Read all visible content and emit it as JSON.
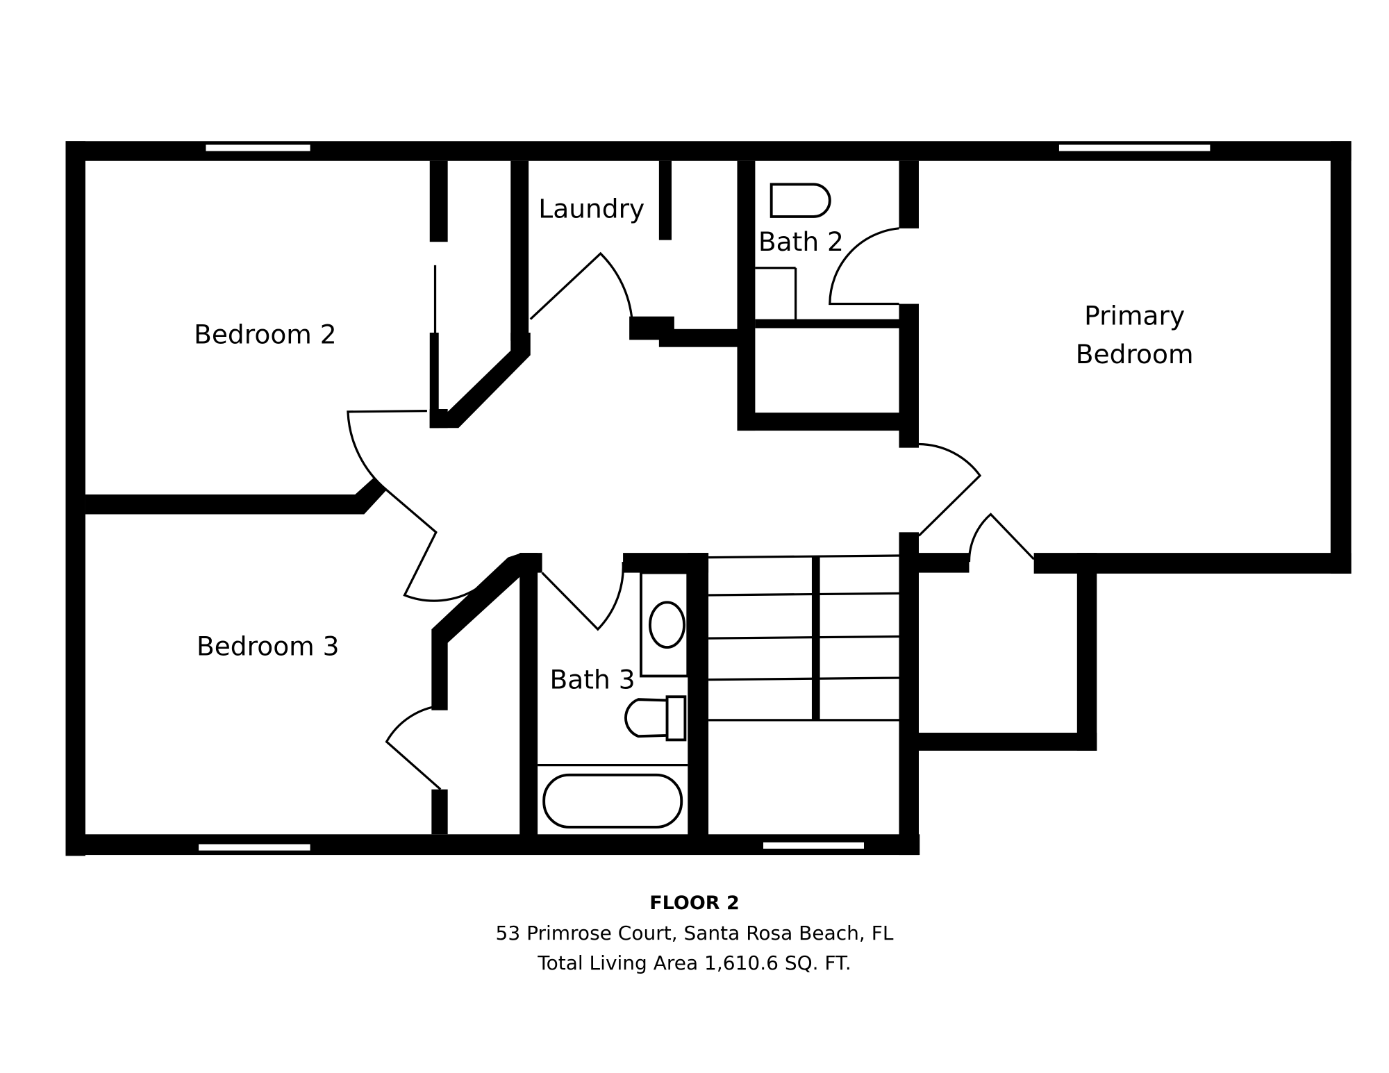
{
  "rooms": {
    "bedroom2": "Bedroom 2",
    "bedroom3": "Bedroom 3",
    "laundry": "Laundry",
    "bath2": "Bath 2",
    "bath3": "Bath 3",
    "primary_line1": "Primary",
    "primary_line2": "Bedroom"
  },
  "caption": {
    "title": "FLOOR 2",
    "address": "53 Primrose Court, Santa Rosa Beach, FL",
    "area": "Total Living Area 1,610.6 SQ. FT."
  },
  "colors": {
    "wall": "#000000",
    "background": "#ffffff"
  }
}
